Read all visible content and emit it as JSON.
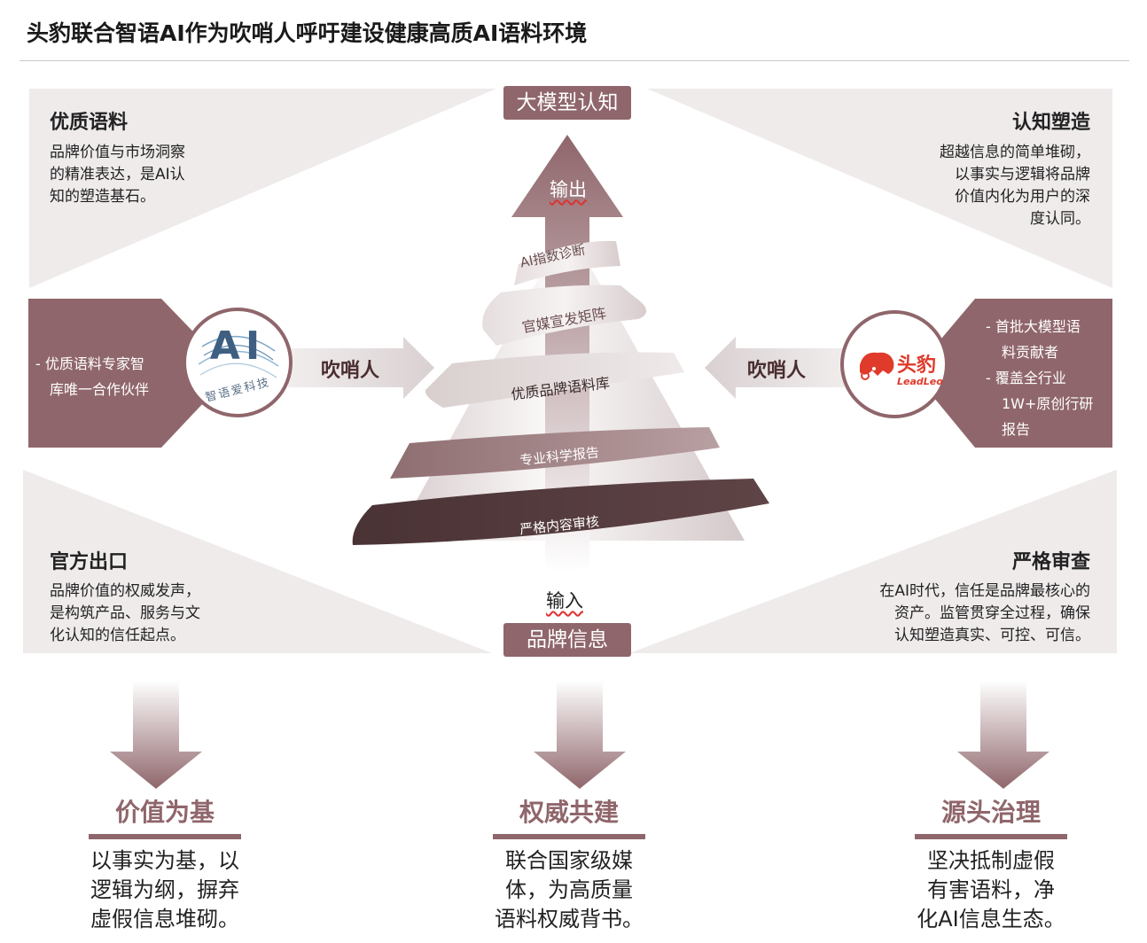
{
  "title": "头豹联合智语AI作为吹哨人呼吁建设健康高质AI语料环境",
  "top_tag": "大模型认知",
  "bottom_tag": "品牌信息",
  "output_label": "输出",
  "input_label": "输入",
  "whistle_left": "吹哨人",
  "whistle_right": "吹哨人",
  "panels": {
    "top_left": {
      "heading": "优质语料",
      "lines": [
        "品牌价值与市场洞察",
        "的精准表达，是AI认",
        "知的塑造基石。"
      ]
    },
    "top_right": {
      "heading": "认知塑造",
      "lines": [
        "超越信息的简单堆砌，",
        "以事实与逻辑将品牌",
        "价值内化为用户的深",
        "度认同。"
      ]
    },
    "bottom_left": {
      "heading": "官方出口",
      "lines": [
        "品牌价值的权威发声，",
        "是构筑产品、服务与文",
        "化认知的信任起点。"
      ]
    },
    "bottom_right": {
      "heading": "严格审查",
      "lines": [
        "在AI时代，信任是品牌最核心的",
        "资产。监管贯穿全过程，确保",
        "认知塑造真实、可控、可信。"
      ]
    }
  },
  "left_side": {
    "lines": [
      "-  优质语料专家智",
      "库唯一合作伙伴"
    ],
    "logo_text": "AI",
    "logo_sub": "智语爱科技"
  },
  "right_side": {
    "lines": [
      "-  首批大模型语",
      "料贡献者",
      "-  覆盖全行业",
      "1W+原创行研",
      "报告"
    ],
    "logo_cn": "头豹",
    "logo_en": "LeadLeo"
  },
  "spiral_bands": [
    "AI指数诊断",
    "官媒宣发矩阵",
    "优质品牌语料库",
    "专业科学报告",
    "严格内容审核"
  ],
  "pillars": [
    {
      "heading": "价值为基",
      "lines": [
        "以事实为基，以",
        "逻辑为纲，摒弃",
        "虚假信息堆砌。"
      ]
    },
    {
      "heading": "权威共建",
      "lines": [
        "联合国家级媒",
        "体，为高质量",
        "语料权威背书。"
      ]
    },
    {
      "heading": "源头治理",
      "lines": [
        "坚决抵制虚假",
        "有害语料，净",
        "化AI信息生态。"
      ]
    }
  ],
  "colors": {
    "accent": "#8f666b",
    "panel": "#efebeb",
    "dark_band": "#4a3335"
  }
}
